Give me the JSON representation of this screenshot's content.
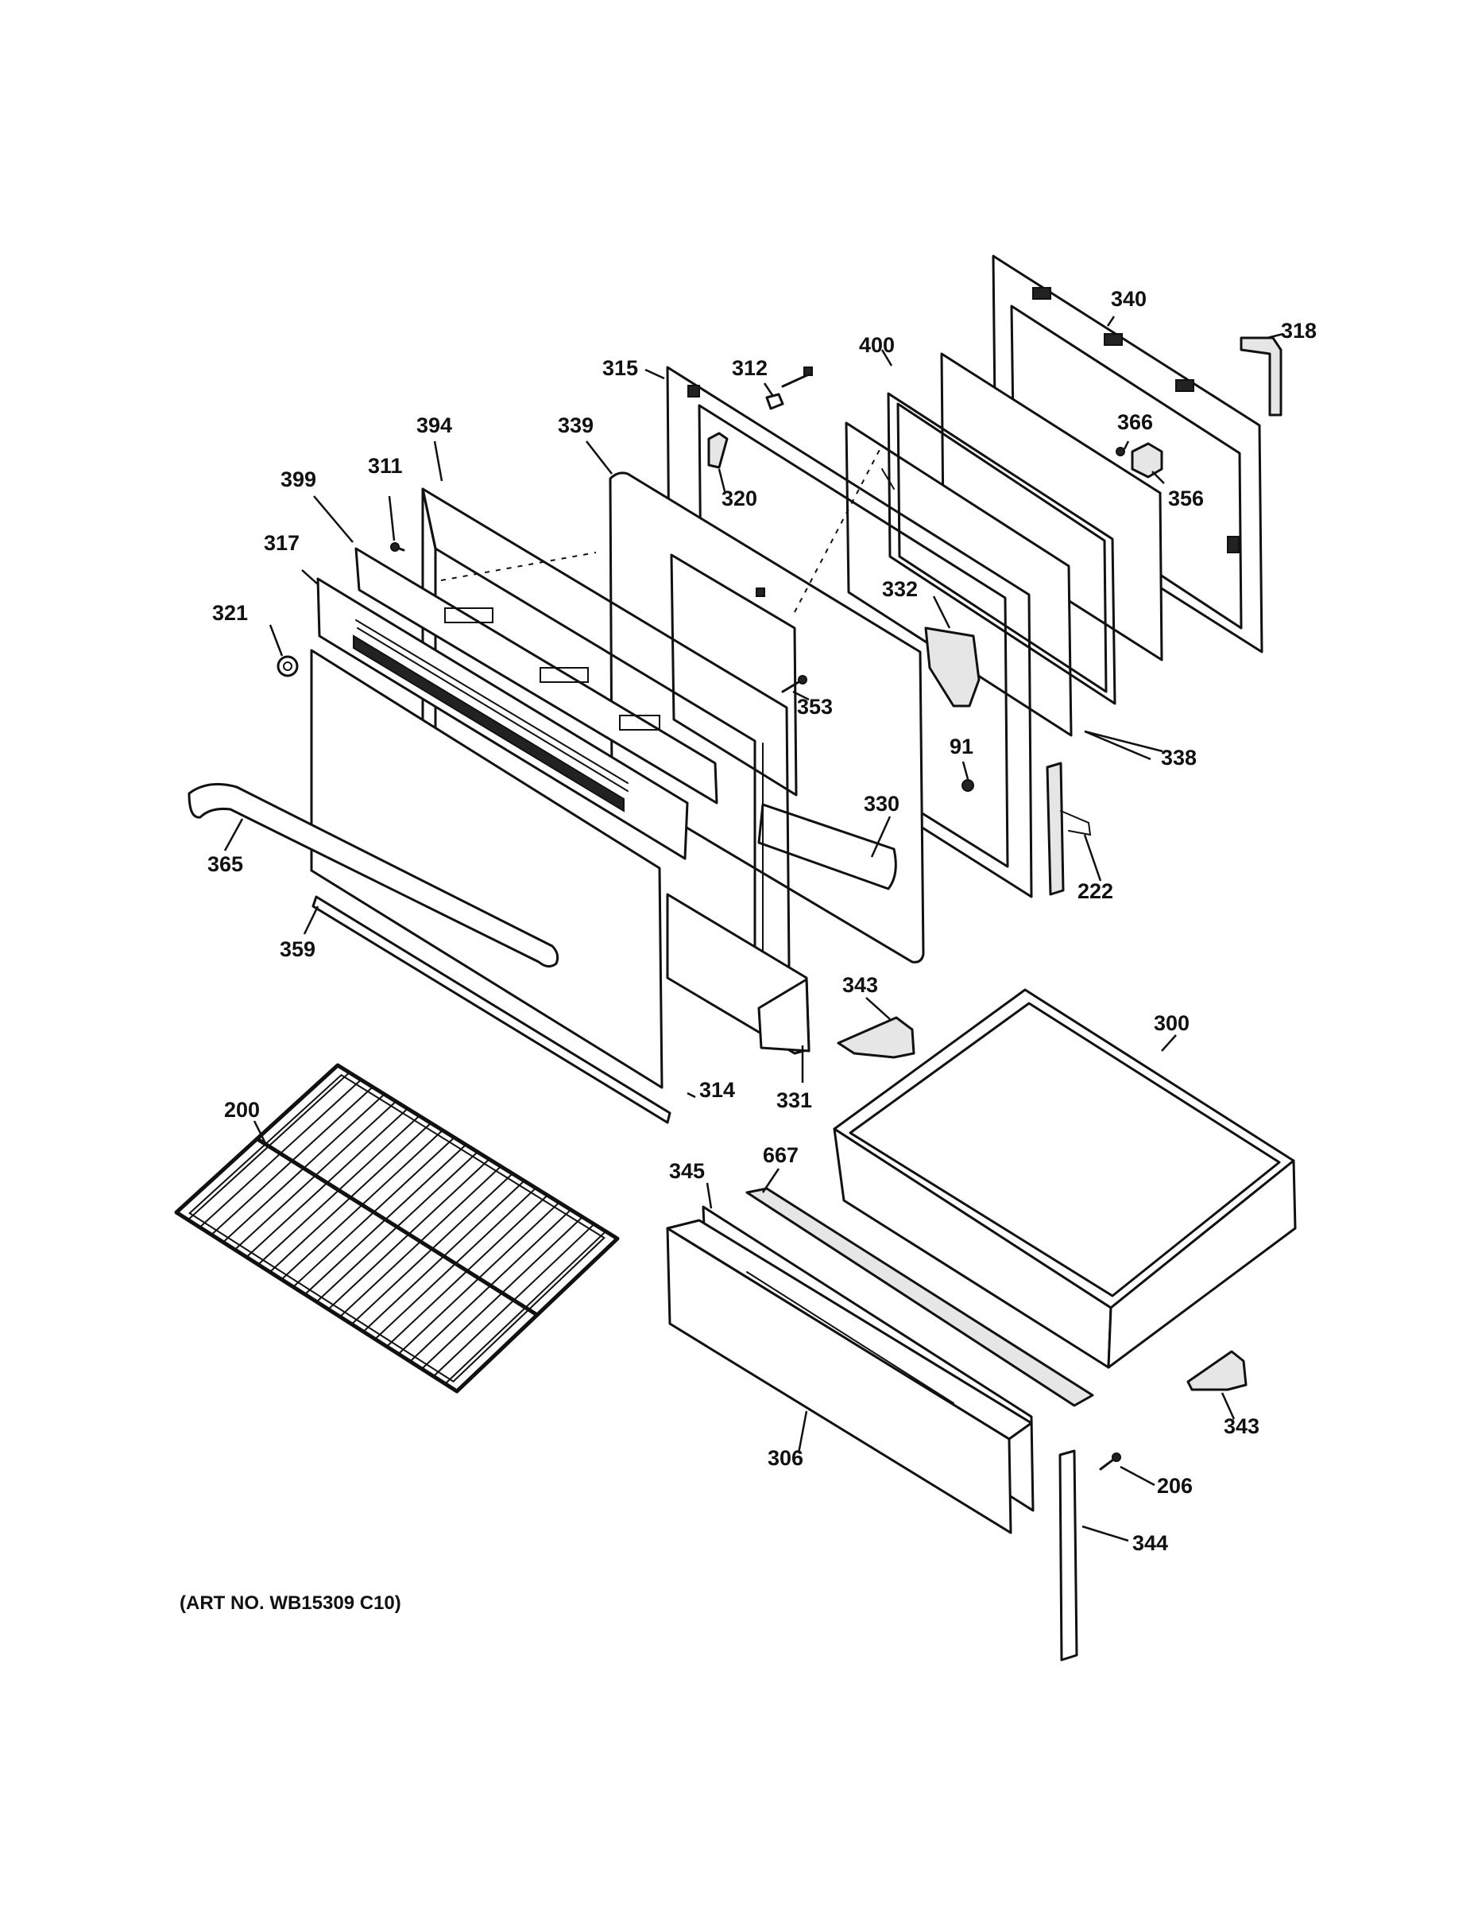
{
  "diagram": {
    "art_number": "(ART NO. WB15309 C10)",
    "callouts": {
      "c340": "340",
      "c318": "318",
      "c315": "315",
      "c312": "312",
      "c400": "400",
      "c394": "394",
      "c339": "339",
      "c366": "366",
      "c311": "311",
      "c399": "399",
      "c320": "320",
      "c356": "356",
      "c317": "317",
      "c332": "332",
      "c321": "321",
      "c353": "353",
      "c91": "91",
      "c338": "338",
      "c330": "330",
      "c365": "365",
      "c222": "222",
      "c359": "359",
      "c343a": "343",
      "c300": "300",
      "c314": "314",
      "c331": "331",
      "c200": "200",
      "c667": "667",
      "c345": "345",
      "c343b": "343",
      "c306": "306",
      "c206": "206",
      "c344": "344"
    }
  }
}
